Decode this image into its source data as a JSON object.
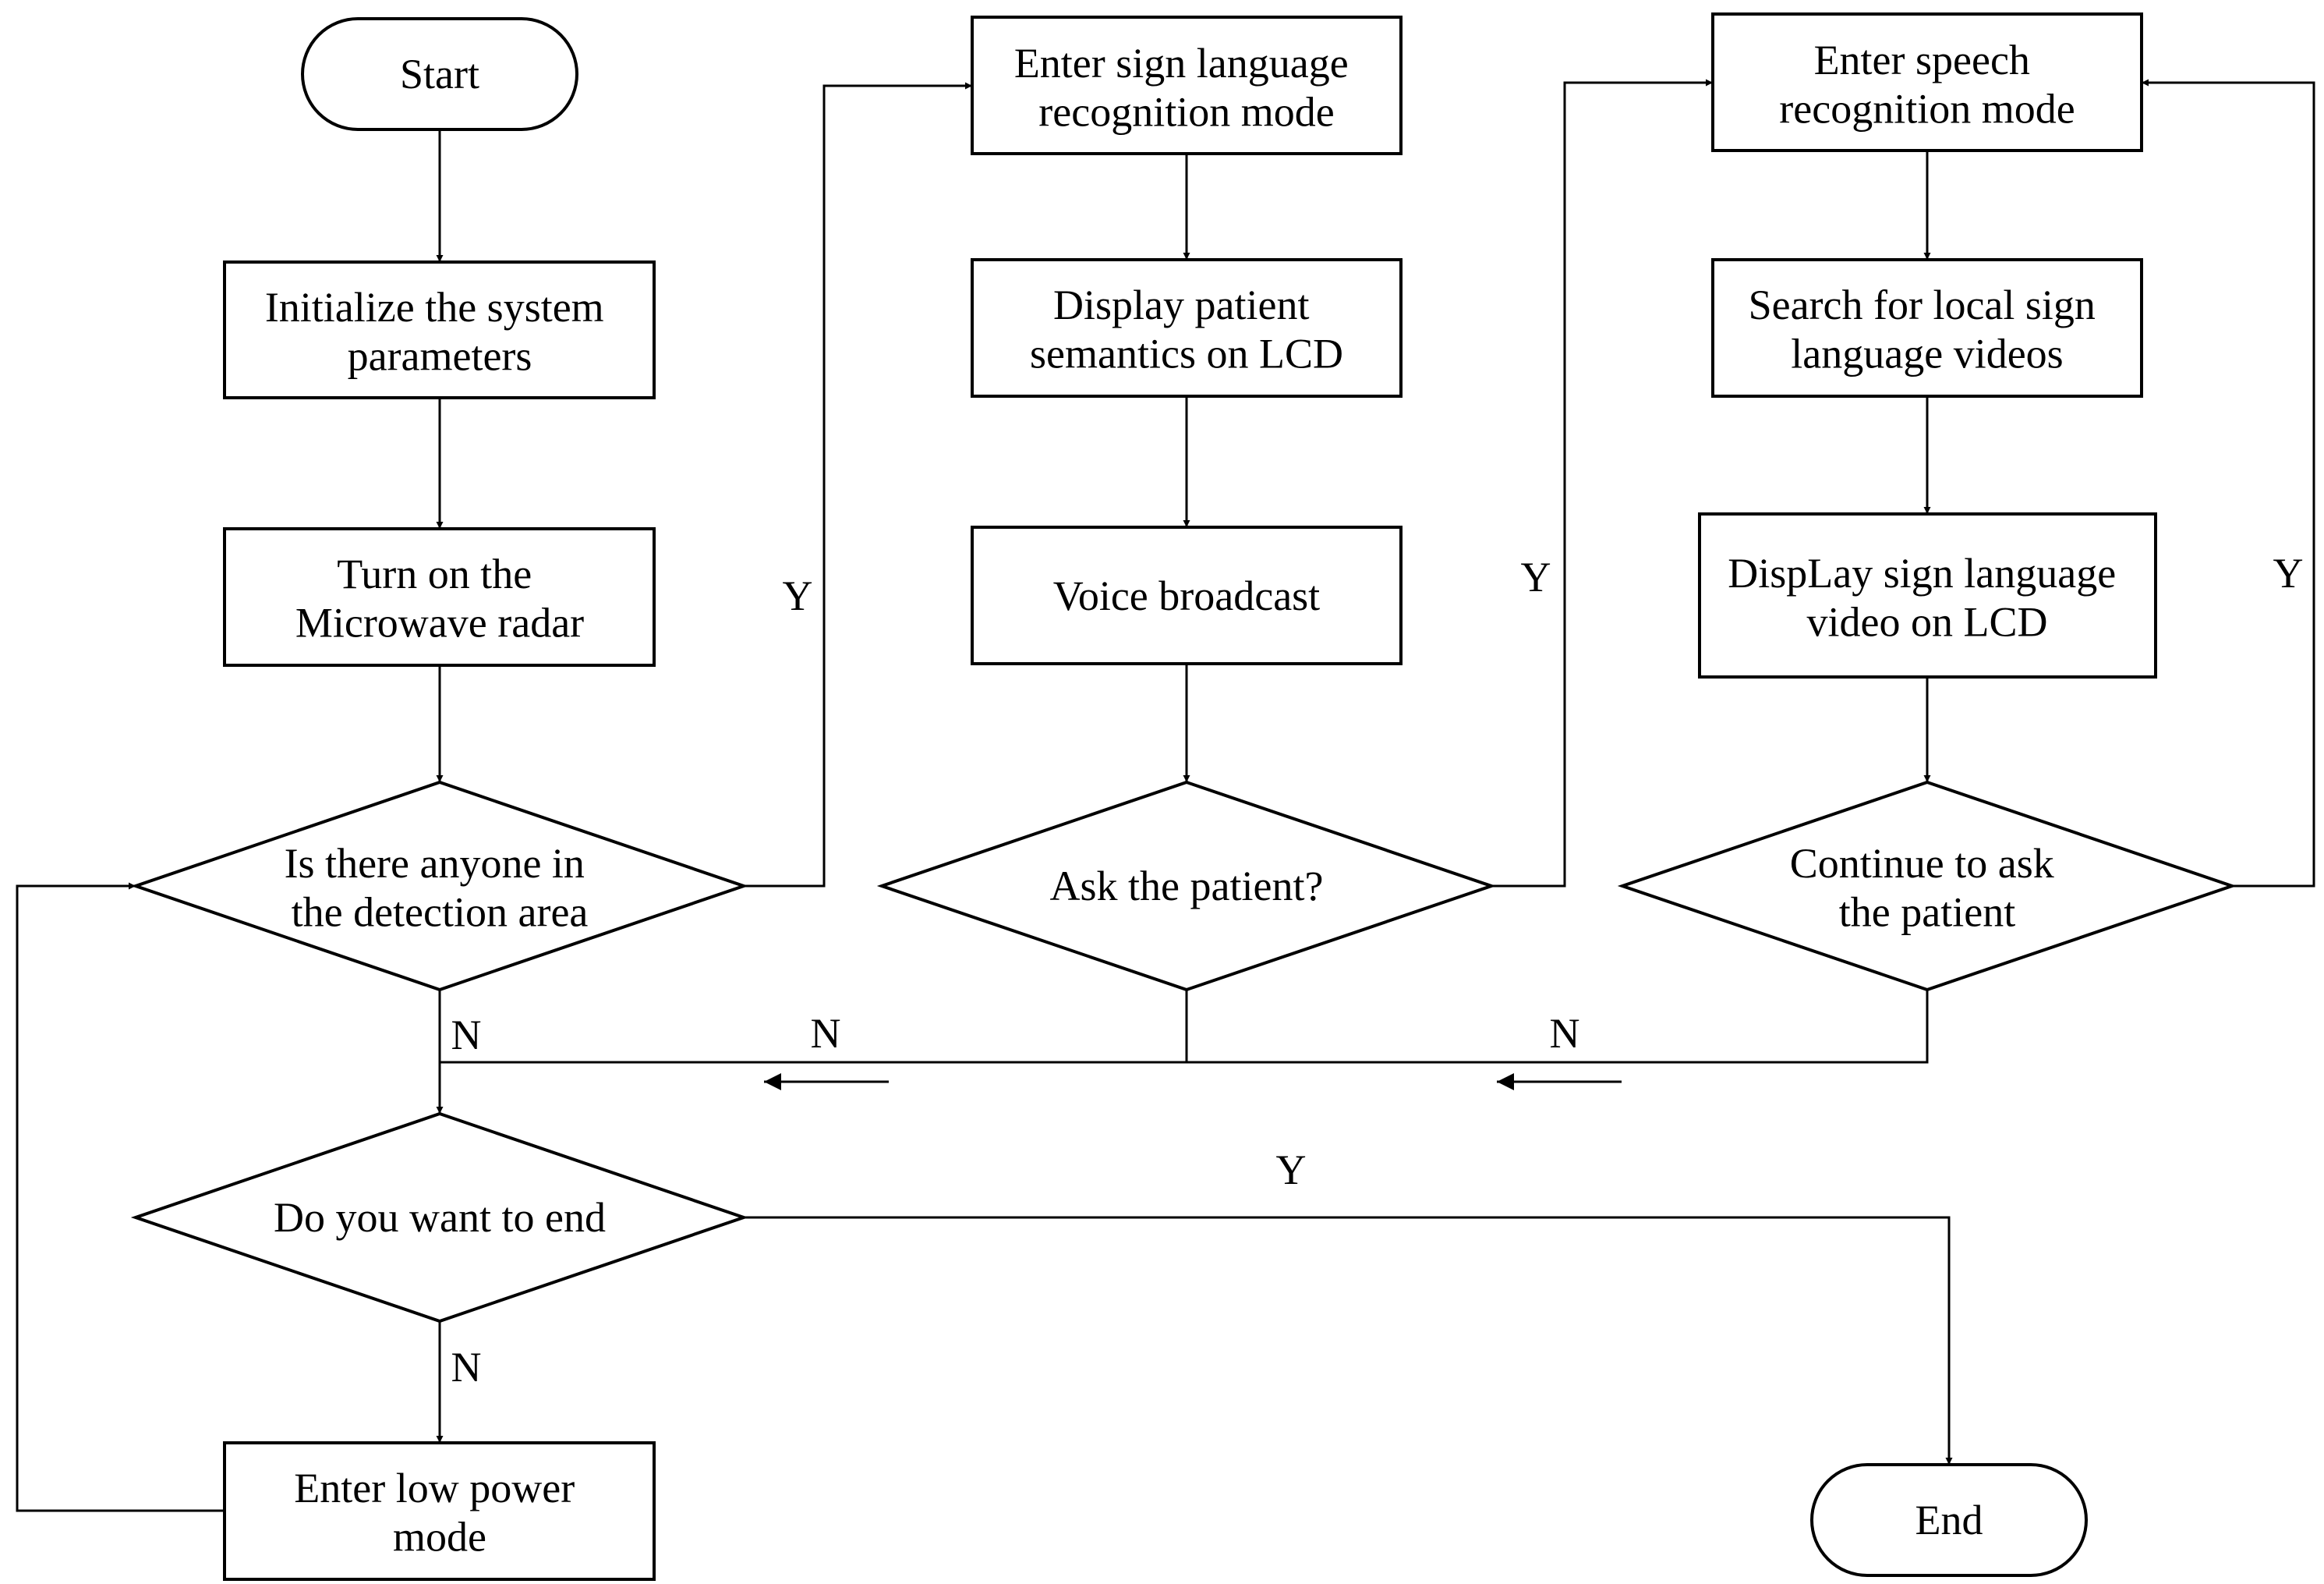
{
  "nodes": {
    "start": [
      "Start"
    ],
    "init": [
      "Initialize the system",
      "parameters"
    ],
    "radar": [
      "Turn on the",
      "Microwave radar"
    ],
    "detect": [
      "Is there anyone in",
      "the detection area"
    ],
    "sign_mode": [
      "Enter sign language",
      "recognition mode"
    ],
    "display_semantics": [
      "Display patient",
      "semantics on LCD"
    ],
    "voice": [
      "Voice broadcast"
    ],
    "ask": [
      "Ask the patient?"
    ],
    "speech_mode": [
      "Enter speech",
      "recognition mode"
    ],
    "search": [
      "Search for local sign",
      "language videos"
    ],
    "display_video": [
      "DispLay sign language",
      "video on LCD"
    ],
    "continue_ask": [
      "Continue to ask",
      "the patient"
    ],
    "end_q": [
      "Do you want to end"
    ],
    "low_power": [
      "Enter low power",
      "mode"
    ],
    "end": [
      "End"
    ]
  },
  "labels": {
    "y_detect": "Y",
    "y_ask": "Y",
    "y_continue": "Y",
    "y_end": "Y",
    "n_detect": "N",
    "n_ask": "N",
    "n_continue": "N",
    "n_end": "N"
  }
}
